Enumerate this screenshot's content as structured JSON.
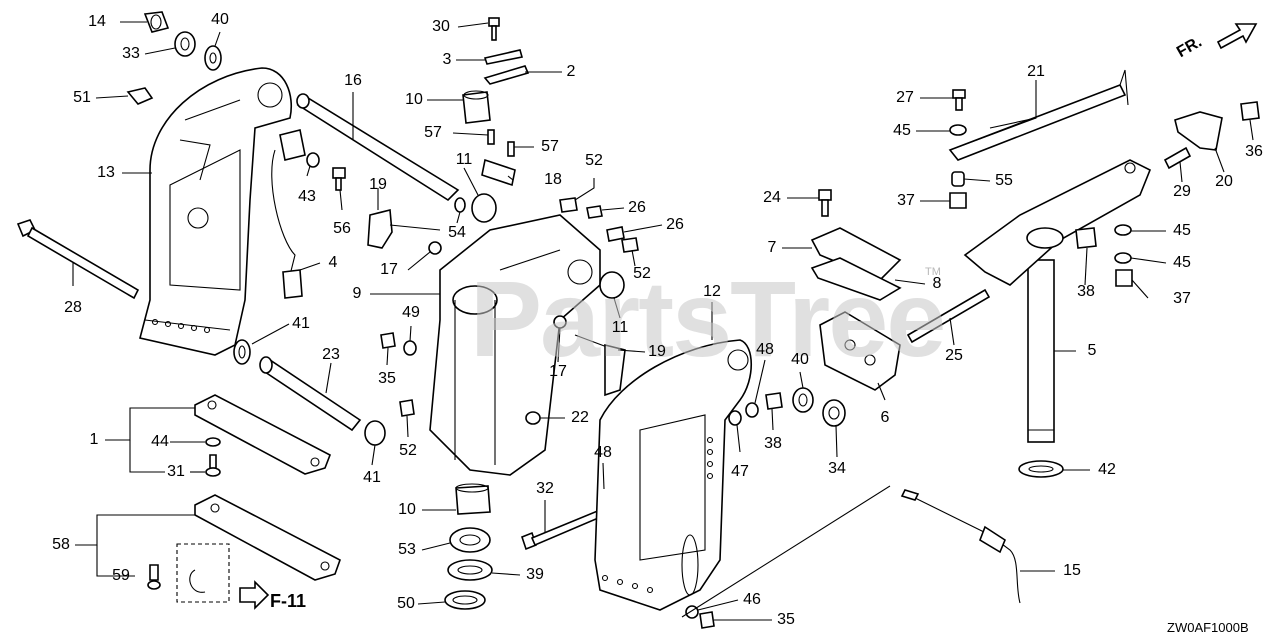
{
  "diagram_code": "ZW0AF1000B",
  "watermark": "PartsTree",
  "watermark_tm": "TM",
  "front_marker": "FR.",
  "figure_ref": "F-11",
  "callouts": [
    {
      "id": "c14a",
      "text": "14"
    },
    {
      "id": "c40a",
      "text": "40"
    },
    {
      "id": "c33",
      "text": "33"
    },
    {
      "id": "c51",
      "text": "51"
    },
    {
      "id": "c13",
      "text": "13"
    },
    {
      "id": "c28",
      "text": "28"
    },
    {
      "id": "c41a",
      "text": "41"
    },
    {
      "id": "c1",
      "text": "1"
    },
    {
      "id": "c44",
      "text": "44"
    },
    {
      "id": "c31",
      "text": "31"
    },
    {
      "id": "c58",
      "text": "58"
    },
    {
      "id": "c59",
      "text": "59"
    },
    {
      "id": "c30",
      "text": "30"
    },
    {
      "id": "c3",
      "text": "3"
    },
    {
      "id": "c2",
      "text": "2"
    },
    {
      "id": "c16",
      "text": "16"
    },
    {
      "id": "c10a",
      "text": "10"
    },
    {
      "id": "c57a",
      "text": "57"
    },
    {
      "id": "c57b",
      "text": "57"
    },
    {
      "id": "c43",
      "text": "43"
    },
    {
      "id": "c56",
      "text": "56"
    },
    {
      "id": "c19a",
      "text": "19"
    },
    {
      "id": "c4",
      "text": "4"
    },
    {
      "id": "c11a",
      "text": "11"
    },
    {
      "id": "c18",
      "text": "18"
    },
    {
      "id": "c52a",
      "text": "52"
    },
    {
      "id": "c26a",
      "text": "26"
    },
    {
      "id": "c26b",
      "text": "26"
    },
    {
      "id": "c54",
      "text": "54"
    },
    {
      "id": "c17a",
      "text": "17"
    },
    {
      "id": "c52b",
      "text": "52"
    },
    {
      "id": "c9",
      "text": "9"
    },
    {
      "id": "c11b",
      "text": "11"
    },
    {
      "id": "c49",
      "text": "49"
    },
    {
      "id": "c35a",
      "text": "35"
    },
    {
      "id": "c23",
      "text": "23"
    },
    {
      "id": "c17b",
      "text": "17"
    },
    {
      "id": "c19b",
      "text": "19"
    },
    {
      "id": "c22",
      "text": "22"
    },
    {
      "id": "c52c",
      "text": "52"
    },
    {
      "id": "c41b",
      "text": "41"
    },
    {
      "id": "c48a",
      "text": "48"
    },
    {
      "id": "c32",
      "text": "32"
    },
    {
      "id": "c10b",
      "text": "10"
    },
    {
      "id": "c53",
      "text": "53"
    },
    {
      "id": "c39",
      "text": "39"
    },
    {
      "id": "c50",
      "text": "50"
    },
    {
      "id": "c12",
      "text": "12"
    },
    {
      "id": "c48b",
      "text": "48"
    },
    {
      "id": "c40b",
      "text": "40"
    },
    {
      "id": "c47",
      "text": "47"
    },
    {
      "id": "c38a",
      "text": "38"
    },
    {
      "id": "c6",
      "text": "6"
    },
    {
      "id": "c34",
      "text": "34"
    },
    {
      "id": "c46",
      "text": "46"
    },
    {
      "id": "c35b",
      "text": "35"
    },
    {
      "id": "c24",
      "text": "24"
    },
    {
      "id": "c7",
      "text": "7"
    },
    {
      "id": "c8",
      "text": "8"
    },
    {
      "id": "c27",
      "text": "27"
    },
    {
      "id": "c45a",
      "text": "45"
    },
    {
      "id": "c37a",
      "text": "37"
    },
    {
      "id": "c21",
      "text": "21"
    },
    {
      "id": "c55",
      "text": "55"
    },
    {
      "id": "c25",
      "text": "25"
    },
    {
      "id": "c5",
      "text": "5"
    },
    {
      "id": "c42",
      "text": "42"
    },
    {
      "id": "c15",
      "text": "15"
    },
    {
      "id": "c45b",
      "text": "45"
    },
    {
      "id": "c45c",
      "text": "45"
    },
    {
      "id": "c37b",
      "text": "37"
    },
    {
      "id": "c38b",
      "text": "38"
    },
    {
      "id": "c29",
      "text": "29"
    },
    {
      "id": "c20",
      "text": "20"
    },
    {
      "id": "c36",
      "text": "36"
    }
  ]
}
